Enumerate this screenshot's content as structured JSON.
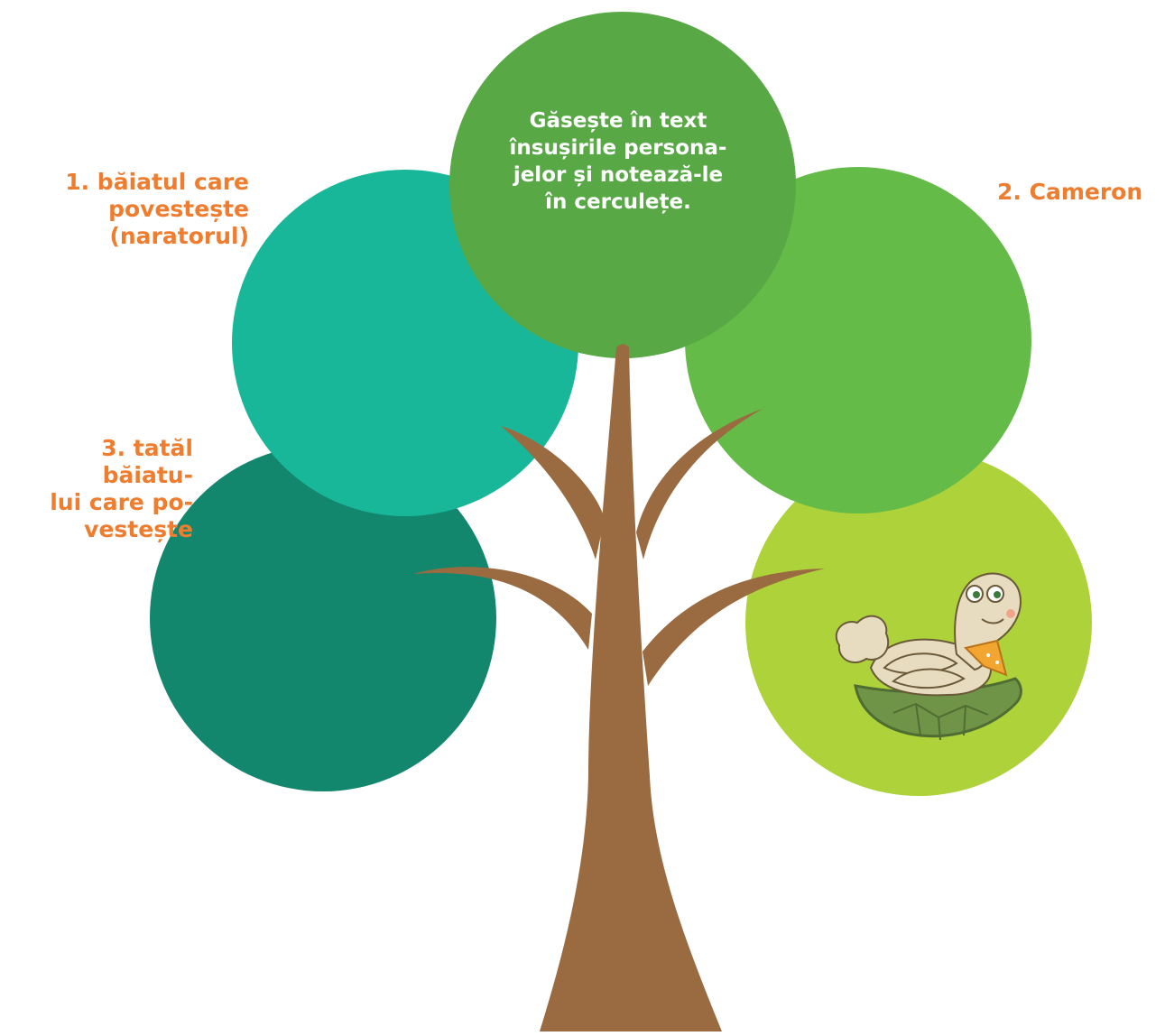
{
  "center_circle": {
    "lines": [
      "Găsește în text",
      "însușirile persona-",
      "jelor și notează-le",
      "în cerculețe."
    ]
  },
  "characters": [
    {
      "id": "1",
      "lines": [
        "1. băiatul care",
        "povestește",
        "(naratorul)"
      ]
    },
    {
      "id": "2",
      "lines": [
        "2. Cameron"
      ]
    },
    {
      "id": "3",
      "lines": [
        "3. tatăl băiatu-",
        "lui care po-",
        "vestește"
      ]
    }
  ],
  "colors": {
    "label_orange": "#ee7d2f",
    "center_text": "#ffffff",
    "trunk_brown": "#9a6b41",
    "circle_top_green": "#58a946",
    "circle_left_teal": "#18b79a",
    "circle_right_green": "#64bb48",
    "circle_bottom_left_dark_teal": "#13866e",
    "circle_bottom_right_lime": "#aed23a"
  },
  "illustration": {
    "icon": "turtle-lying-on-shell-icon"
  }
}
